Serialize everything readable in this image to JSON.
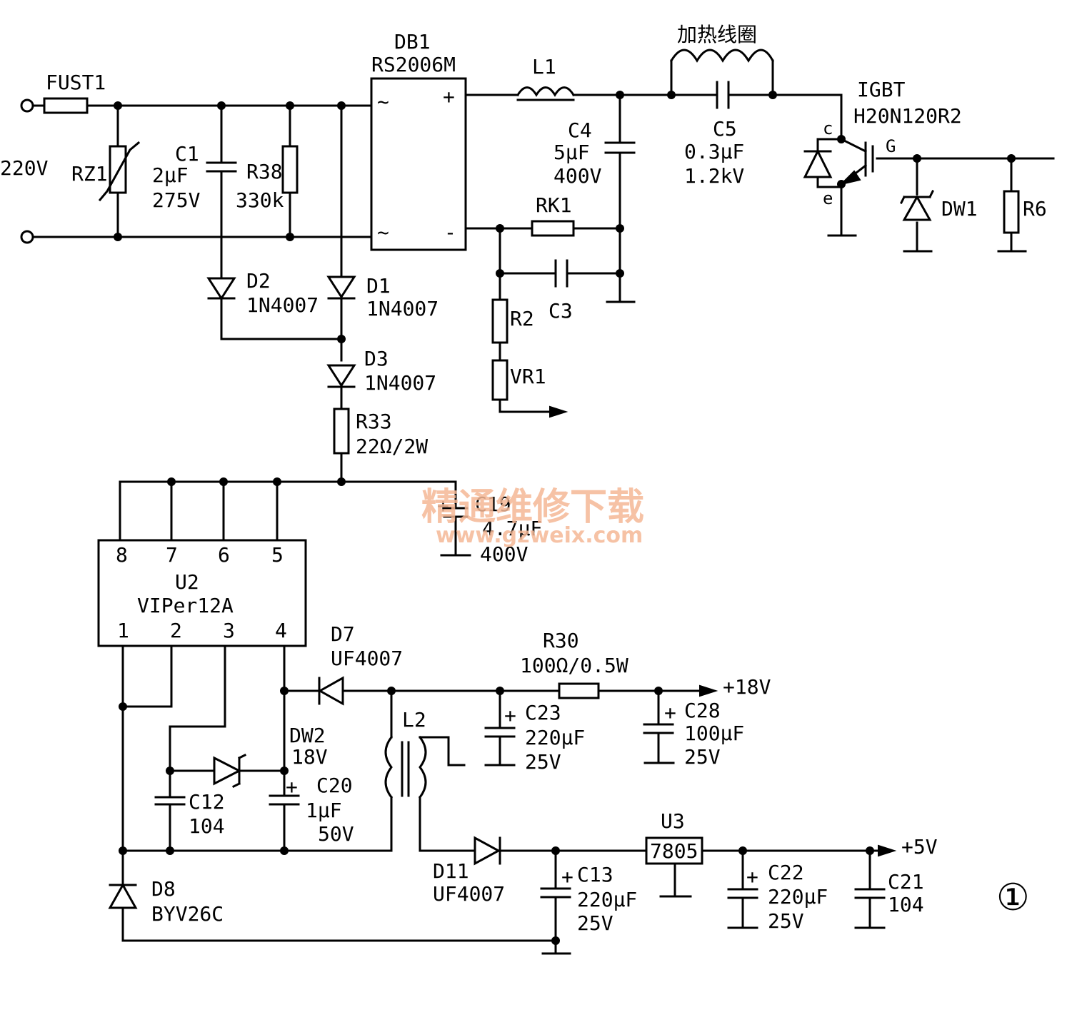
{
  "input": {
    "voltage": "220V"
  },
  "fuse": {
    "ref": "FUST1"
  },
  "varistor": {
    "ref": "RZ1"
  },
  "c1": {
    "ref": "C1",
    "value": "2μF",
    "rating": "275V"
  },
  "r38": {
    "ref": "R38",
    "value": "330k"
  },
  "db1": {
    "ref": "DB1",
    "part": "RS2006M",
    "pin_ac": "~",
    "pin_pos": "+",
    "pin_neg": "-"
  },
  "l1": {
    "ref": "L1"
  },
  "coil": {
    "label": "加热线圈"
  },
  "c4": {
    "ref": "C4",
    "value": "5μF",
    "rating": "400V"
  },
  "c5": {
    "ref": "C5",
    "value": "0.3μF",
    "rating": "1.2kV"
  },
  "igbt": {
    "ref": "IGBT",
    "part": "H20N120R2",
    "pin_c": "c",
    "pin_g": "G",
    "pin_e": "e"
  },
  "dw1": {
    "ref": "DW1"
  },
  "r6": {
    "ref": "R6"
  },
  "rk1": {
    "ref": "RK1"
  },
  "c3": {
    "ref": "C3"
  },
  "r2": {
    "ref": "R2"
  },
  "vr1": {
    "ref": "VR1"
  },
  "d1": {
    "ref": "D1",
    "part": "1N4007"
  },
  "d2": {
    "ref": "D2",
    "part": "1N4007"
  },
  "d3": {
    "ref": "D3",
    "part": "1N4007"
  },
  "r33": {
    "ref": "R33",
    "value": "22Ω/2W"
  },
  "c19": {
    "ref": "C19",
    "value": "4.7μF",
    "rating": "400V"
  },
  "u2": {
    "ref": "U2",
    "part": "VIPer12A",
    "pins_top": [
      "8",
      "7",
      "6",
      "5"
    ],
    "pins_bottom": [
      "1",
      "2",
      "3",
      "4"
    ]
  },
  "d7": {
    "ref": "D7",
    "part": "UF4007"
  },
  "r30": {
    "ref": "R30",
    "value": "100Ω/0.5W"
  },
  "out18": {
    "label": "+18V"
  },
  "c23": {
    "ref": "C23",
    "value": "220μF",
    "rating": "25V"
  },
  "c28": {
    "ref": "C28",
    "value": "100μF",
    "rating": "25V"
  },
  "l2": {
    "ref": "L2"
  },
  "dw2": {
    "ref": "DW2",
    "value": "18V"
  },
  "c20": {
    "ref": "C20",
    "value": "1μF",
    "rating": "50V"
  },
  "c12": {
    "ref": "C12",
    "value": "104"
  },
  "d8": {
    "ref": "D8",
    "part": "BYV26C"
  },
  "d11": {
    "ref": "D11",
    "part": "UF4007"
  },
  "c13": {
    "ref": "C13",
    "value": "220μF",
    "rating": "25V"
  },
  "u3": {
    "ref": "U3",
    "part": "7805"
  },
  "c22": {
    "ref": "C22",
    "value": "220μF",
    "rating": "25V"
  },
  "c21": {
    "ref": "C21",
    "value": "104"
  },
  "out5": {
    "label": "+5V"
  },
  "polarity": {
    "plus": "+"
  },
  "figure": {
    "number": "①"
  },
  "watermark": {
    "text": "精通维修下载",
    "url": "www.gzweix.com"
  }
}
